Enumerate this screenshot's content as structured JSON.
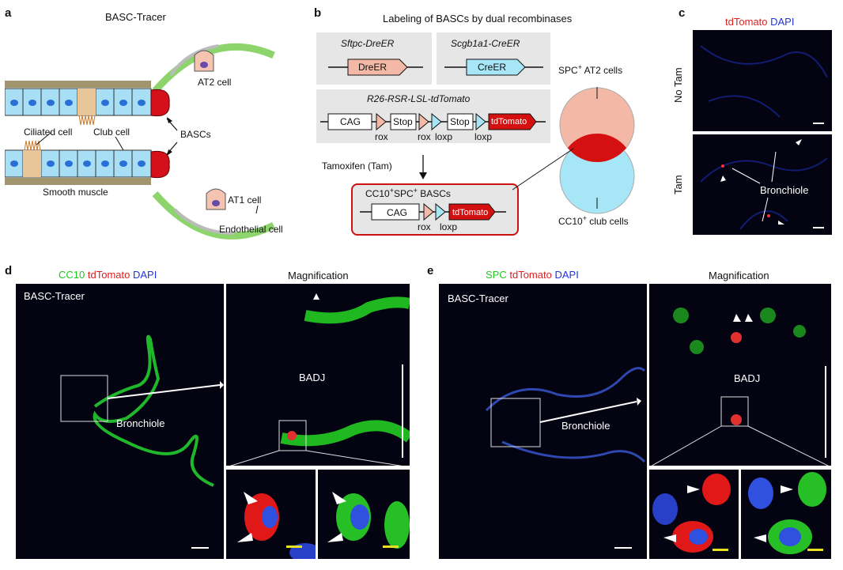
{
  "panel_a": {
    "letter": "a",
    "title": "BASC-Tracer",
    "labels": {
      "at2": "AT2 cell",
      "ciliated": "Ciliated cell",
      "club": "Club cell",
      "bascs": "BASCs",
      "smooth": "Smooth muscle",
      "at1": "AT1 cell",
      "endo": "Endothelial cell"
    }
  },
  "panel_b": {
    "letter": "b",
    "title": "Labeling of BASCs by dual recombinases",
    "sftpc": "Sftpc-DreER",
    "dreer": "DreER",
    "scgb": "Scgb1a1-CreER",
    "creer": "CreER",
    "r26": "R26-RSR-LSL-tdTomato",
    "cag": "CAG",
    "stop": "Stop",
    "tdtomato": "tdTomato",
    "rox": "rox",
    "loxp": "loxp",
    "tamoxifen": "Tamoxifen (Tam)",
    "basc_box_pre": "CC10",
    "basc_box_mid": "SPC",
    "basc_box_post": " BASCs",
    "plus": "+",
    "spc_at2": "SPC",
    "spc_at2_post": " AT2 cells",
    "cc10_club": "CC10",
    "cc10_club_post": " club cells"
  },
  "panel_c": {
    "letter": "c",
    "stain_red": "tdTomato",
    "stain_blue": "DAPI",
    "no_tam": "No Tam",
    "tam": "Tam",
    "bronchiole": "Bronchiole"
  },
  "panel_d": {
    "letter": "d",
    "stain_green": "CC10",
    "stain_red": "tdTomato",
    "stain_blue": "DAPI",
    "inset": "BASC-Tracer",
    "bronchiole": "Bronchiole",
    "magnification": "Magnification",
    "badj": "BADJ"
  },
  "panel_e": {
    "letter": "e",
    "stain_green": "SPC",
    "stain_red": "tdTomato",
    "stain_blue": "DAPI",
    "inset": "BASC-Tracer",
    "bronchiole": "Bronchiole",
    "magnification": "Magnification",
    "badj": "BADJ"
  },
  "colors": {
    "green": "#1fc51f",
    "red": "#e02020",
    "blue": "#2233dd",
    "salmon": "#f4b9a6",
    "cyan": "#a7e6f6",
    "darkred": "#d41010"
  }
}
